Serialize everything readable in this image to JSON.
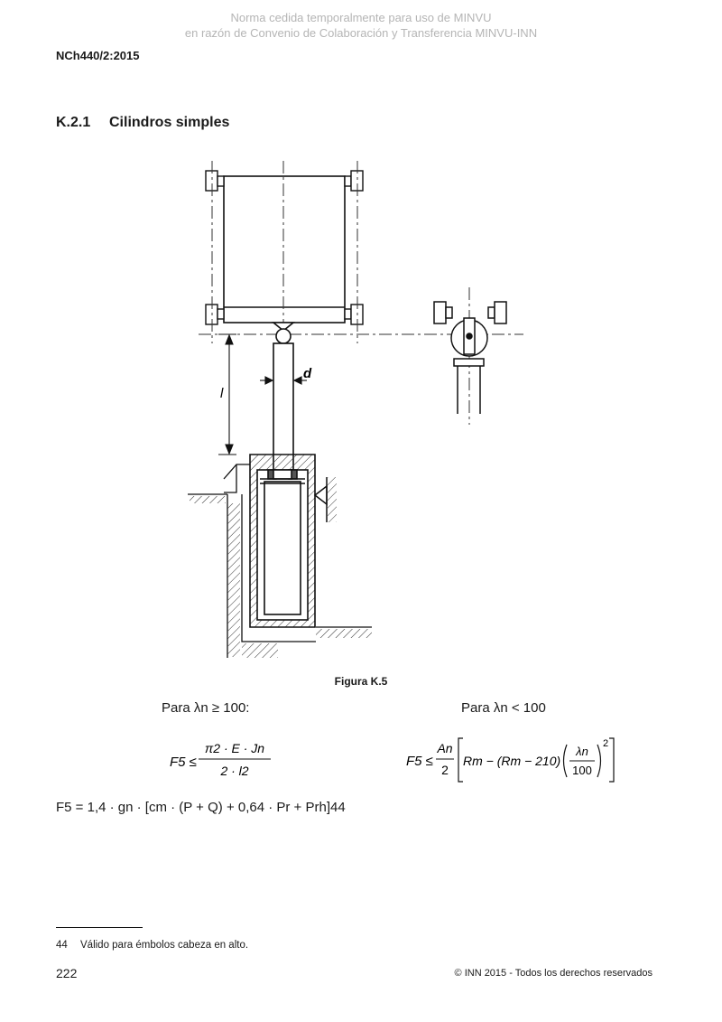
{
  "watermark": {
    "line1": "Norma cedida temporalmente para uso de MINVU",
    "line2": "en razón de Convenio de Colaboración y Transferencia MINVU-INN"
  },
  "header": {
    "standard_code": "NCh440/2:2015"
  },
  "section": {
    "number": "K.2.1",
    "title": "Cilindros simples"
  },
  "figure": {
    "caption": "Figura K.5",
    "label_l": "l",
    "label_d": "d"
  },
  "formulas": {
    "cond_left": "Para λn ≥ 100:",
    "cond_right": "Para λn < 100",
    "left_lhs": "F5 ≤",
    "left_num": "π2 · E · Jn",
    "left_den": "2 · l2",
    "right_lhs": "F5 ≤",
    "right_frac_num": "An",
    "right_frac_den": "2",
    "right_body": "Rm − (Rm − 210)",
    "right_inner_num": "λn",
    "right_inner_den": "100",
    "right_exp": "2",
    "bottom": "F5 = 1,4 · gn · [cm · (P + Q) + 0,64 · Pr + Prh]44"
  },
  "footnote": {
    "number": "44",
    "text": "Válido para émbolos cabeza en alto."
  },
  "footer": {
    "page_number": "222",
    "copyright": "© INN 2015 - Todos los derechos reservados"
  }
}
